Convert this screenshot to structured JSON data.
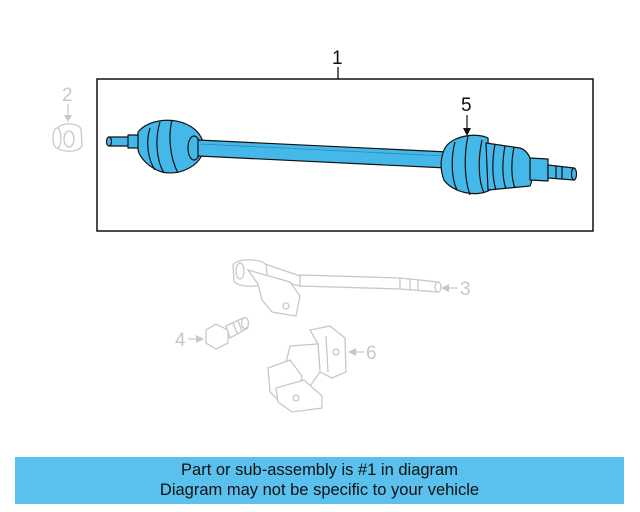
{
  "callouts": {
    "c1": "1",
    "c2": "2",
    "c3": "3",
    "c4": "4",
    "c5": "5",
    "c6": "6"
  },
  "banner": {
    "line1": "Part or sub-assembly is #1 in diagram",
    "line2": "Diagram may not be specific to your vehicle"
  },
  "colors": {
    "highlight": "#5ac1ee",
    "part": "#45b8ea",
    "ghost": "#c8c8c8",
    "outline": "#111111"
  }
}
